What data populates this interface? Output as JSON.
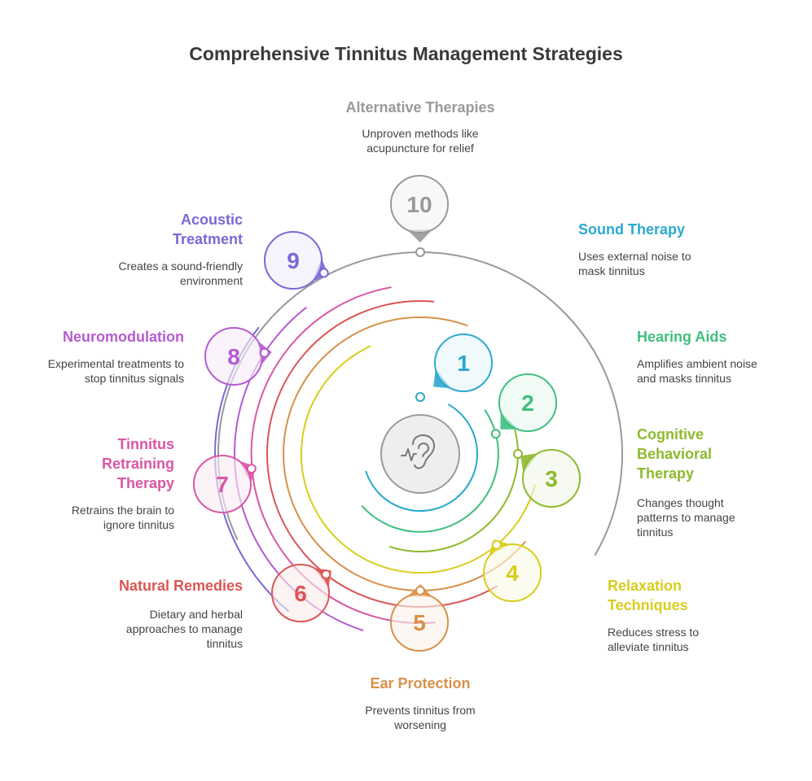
{
  "title": "Comprehensive Tinnitus Management Strategies",
  "center_icon": "ear-sound-icon",
  "items": [
    {
      "num": "1",
      "label": "Sound Therapy",
      "desc": "Uses external noise to mask tinnitus",
      "color": "#2ba9cd"
    },
    {
      "num": "2",
      "label": "Hearing Aids",
      "desc": "Amplifies ambient noise and masks tinnitus",
      "color": "#3fbf7f"
    },
    {
      "num": "3",
      "label": "Cognitive Behavioral Therapy",
      "desc": "Changes thought patterns to manage tinnitus",
      "color": "#8dba2d"
    },
    {
      "num": "4",
      "label": "Relaxation Techniques",
      "desc": "Reduces stress to alleviate tinnitus",
      "color": "#d8cd1c"
    },
    {
      "num": "5",
      "label": "Ear Protection",
      "desc": "Prevents tinnitus from worsening",
      "color": "#d9904a"
    },
    {
      "num": "6",
      "label": "Natural Remedies",
      "desc": "Dietary and herbal approaches to manage tinnitus",
      "color": "#db5555"
    },
    {
      "num": "7",
      "label": "Tinnitus Retraining Therapy",
      "desc": "Retrains the brain to ignore tinnitus",
      "color": "#d956a4"
    },
    {
      "num": "8",
      "label": "Neuromodulation",
      "desc": "Experimental treatments to stop tinnitus signals",
      "color": "#b55bd0"
    },
    {
      "num": "9",
      "label": "Acoustic Treatment",
      "desc": "Creates a sound-friendly environment",
      "color": "#7a68d6"
    },
    {
      "num": "10",
      "label": "Alternative Therapies",
      "desc": "Unproven methods like acupuncture for relief",
      "color": "#999999"
    }
  ]
}
